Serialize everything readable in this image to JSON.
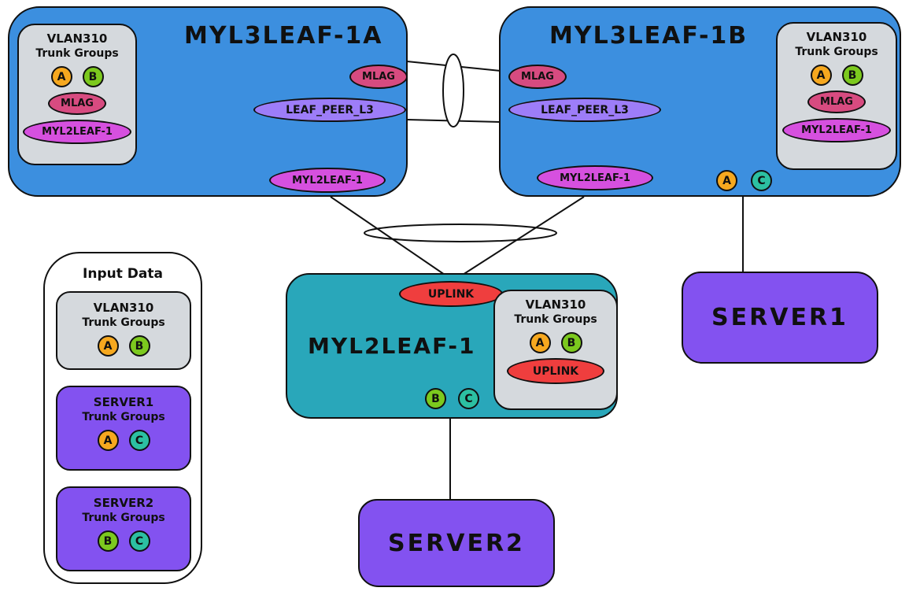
{
  "colors": {
    "leaf_blue": "#3c8fdf",
    "leaf_teal": "#29a7ba",
    "server_purple": "#8352f0",
    "panel_gray": "#d5d9dd",
    "tag_pink": "#d74b80",
    "tag_lavender": "#9d7df8",
    "tag_magenta": "#d650df",
    "tag_red": "#ef3e3e",
    "badge_a_orange": "#f6a81f",
    "badge_b_green": "#7cc91e",
    "badge_c_teal": "#2cc0a2",
    "line_black": "#101010"
  },
  "diagram": {
    "leaf1a": {
      "title": "MYL3LEAF-1A",
      "panel": {
        "title": "VLAN310",
        "subtitle": "Trunk Groups",
        "badge_a": "A",
        "badge_b": "B",
        "tag_mlag": "MLAG",
        "tag_member": "MYL2LEAF-1"
      },
      "tag_mlag": "MLAG",
      "tag_leaf_peer": "LEAF_PEER_L3",
      "tag_member": "MYL2LEAF-1"
    },
    "leaf1b": {
      "title": "MYL3LEAF-1B",
      "tag_mlag": "MLAG",
      "tag_leaf_peer": "LEAF_PEER_L3",
      "panel": {
        "title": "VLAN310",
        "subtitle": "Trunk Groups",
        "badge_a": "A",
        "badge_b": "B",
        "tag_mlag": "MLAG",
        "tag_member": "MYL2LEAF-1"
      },
      "tag_member": "MYL2LEAF-1",
      "badge_a": "A",
      "badge_c": "C"
    },
    "leaf2": {
      "title": "MYL2LEAF-1",
      "tag_uplink": "UPLINK",
      "panel": {
        "title": "VLAN310",
        "subtitle": "Trunk Groups",
        "badge_a": "A",
        "badge_b": "B",
        "tag_uplink": "UPLINK"
      },
      "badge_b": "B",
      "badge_c": "C"
    },
    "server1": {
      "title": "SERVER1"
    },
    "server2": {
      "title": "SERVER2"
    },
    "input_data": {
      "title": "Input Data",
      "vlan": {
        "title": "VLAN310",
        "subtitle": "Trunk Groups",
        "badge_a": "A",
        "badge_b": "B"
      },
      "server1": {
        "title": "SERVER1",
        "subtitle": "Trunk Groups",
        "badge_a": "A",
        "badge_c": "C"
      },
      "server2": {
        "title": "SERVER2",
        "subtitle": "Trunk Groups",
        "badge_b": "B",
        "badge_c": "C"
      }
    }
  }
}
